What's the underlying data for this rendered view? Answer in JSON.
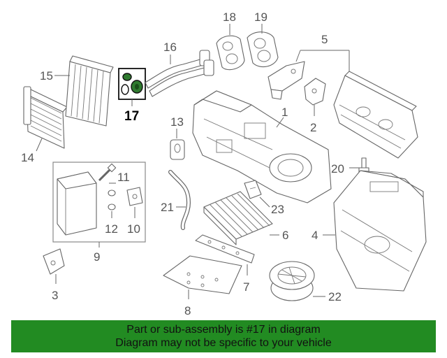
{
  "diagram": {
    "callouts": [
      "1",
      "2",
      "3",
      "4",
      "5",
      "6",
      "7",
      "8",
      "9",
      "10",
      "11",
      "12",
      "13",
      "14",
      "15",
      "16",
      "17",
      "18",
      "19",
      "20",
      "21",
      "22",
      "23"
    ],
    "highlighted_part": "17"
  },
  "footer": {
    "line1": "Part or sub-assembly is #17 in diagram",
    "line2": "Diagram may not be specific to your vehicle"
  },
  "colors": {
    "footer_bg": "#228b22",
    "highlight_part": "#2f7a2f",
    "line_art": "#666666"
  }
}
